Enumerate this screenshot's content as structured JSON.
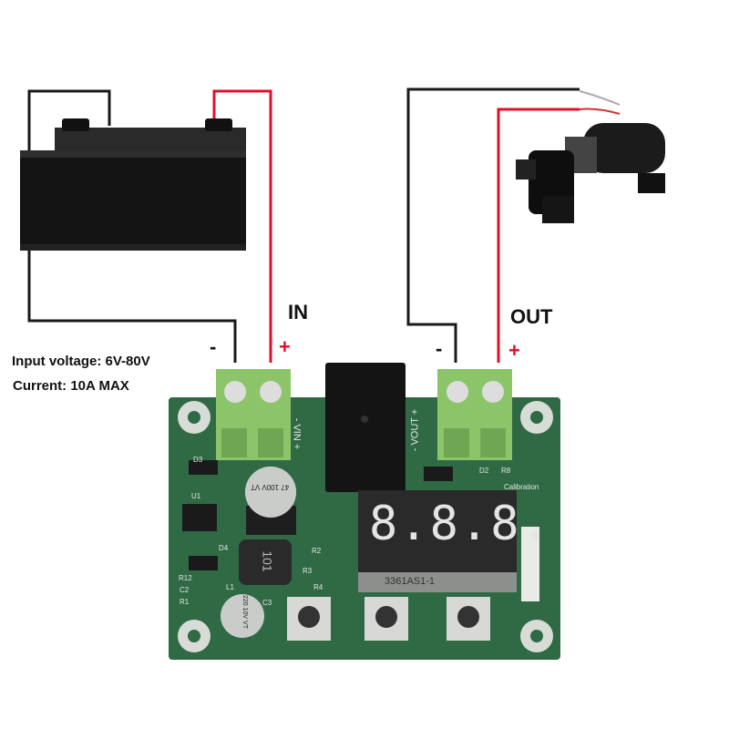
{
  "labels": {
    "in": "IN",
    "out": "OUT",
    "in_minus": "-",
    "in_plus": "+",
    "out_minus": "-",
    "out_plus": "+",
    "input_voltage": "Input voltage: 6V-80V",
    "current": "Current: 10A MAX"
  },
  "board": {
    "vin": "- VIN +",
    "vout": "- VOUT +",
    "calibration": "Calibration",
    "display_part": "3361AS1-1",
    "display_digits": "8.8.8.",
    "cap1": "47 100V VT",
    "cap2": "220 10V VT",
    "inductor": "101",
    "refs": [
      "D3",
      "U1",
      "D4",
      "R12",
      "C2",
      "R1",
      "L1",
      "C3",
      "R2",
      "R3",
      "R4",
      "D2",
      "R8"
    ]
  },
  "colors": {
    "wire_positive": "#e0102a",
    "wire_negative": "#1a1a1a",
    "pcb": "#2f6a45",
    "terminal": "#8cc46a"
  }
}
